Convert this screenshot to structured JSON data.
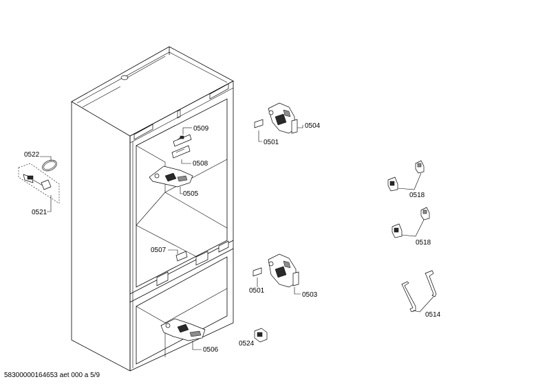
{
  "diagram": {
    "labels": {
      "p0509": "0509",
      "p0508": "0508",
      "p0505": "0505",
      "p0504": "0504",
      "p0501a": "0501",
      "p0522": "0522",
      "p0521": "0521",
      "p0518a": "0518",
      "p0518b": "0518",
      "p0507": "0507",
      "p0501b": "0501",
      "p0503": "0503",
      "p0514": "0514",
      "p0524": "0524",
      "p0506": "0506"
    }
  },
  "footer": {
    "doc_id": "58300000164653 aet 000 a 5/9"
  }
}
